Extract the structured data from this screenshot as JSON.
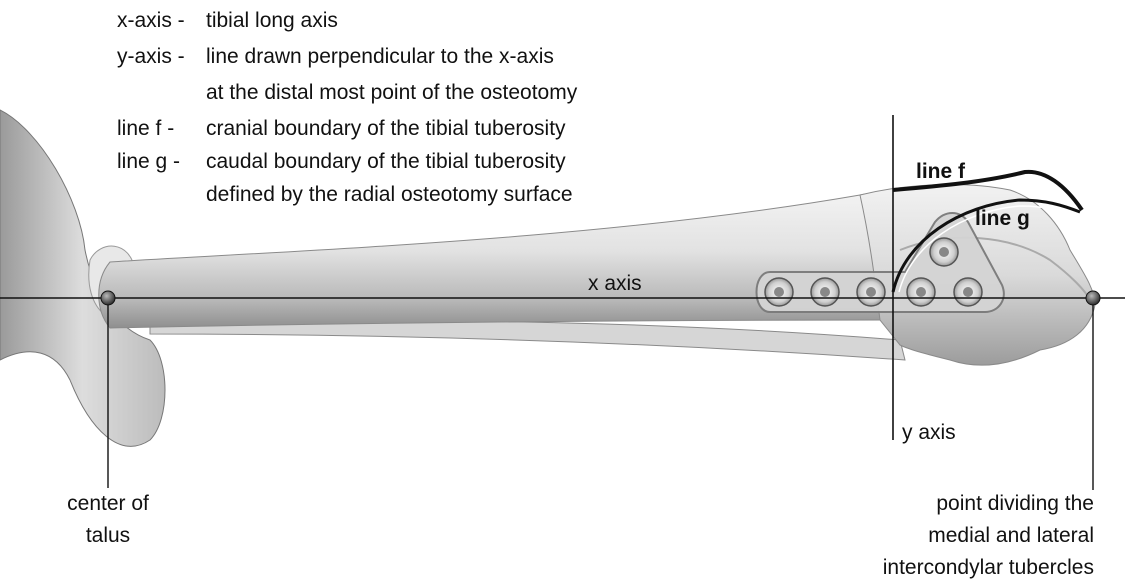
{
  "legend": [
    {
      "key": "x-axis -",
      "text": "tibial long axis"
    },
    {
      "key": "y-axis -",
      "text": "line drawn perpendicular to the x-axis"
    },
    {
      "key": "",
      "text": "at the distal most point of the osteotomy"
    },
    {
      "key": "line f -",
      "text": "cranial boundary of the tibial tuberosity"
    },
    {
      "key": "line g -",
      "text": "caudal boundary of the tibial tuberosity"
    },
    {
      "key": "",
      "text": "defined by the radial osteotomy surface"
    }
  ],
  "labels": {
    "line_f": "line f",
    "line_g": "line g",
    "x_axis": "x axis",
    "y_axis": "y axis"
  },
  "callouts": {
    "center_talus": [
      "center of",
      "talus"
    ],
    "dividing_point": [
      "point dividing the",
      "medial and lateral",
      "intercondylar tubercles"
    ]
  },
  "colors": {
    "bone_light": "#efefef",
    "bone_mid": "#cfcfcf",
    "bone_dark": "#8a8a8a",
    "line": "#111111",
    "plate": "#dcdcdc"
  }
}
